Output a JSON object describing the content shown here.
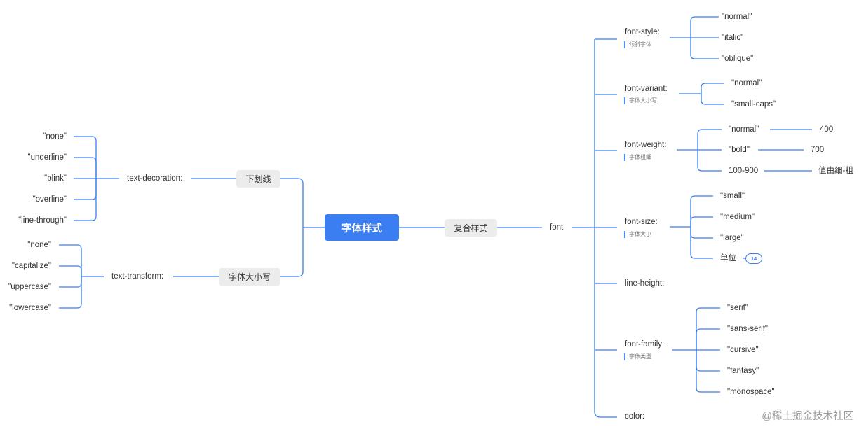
{
  "central": "字体样式",
  "left": {
    "decoration": {
      "branch": "下划线",
      "key": "text-decoration:",
      "values": [
        "\"none\"",
        "\"underline\"",
        "\"blink\"",
        "\"overline\"",
        "\"line-through\""
      ]
    },
    "transform": {
      "branch": "字体大小写",
      "key": "text-transform:",
      "values": [
        "\"none\"",
        "\"capitalize\"",
        "\"uppercase\"",
        "\"lowercase\""
      ]
    }
  },
  "right": {
    "branch": "复合样式",
    "font": "font",
    "style": {
      "key": "font-style:",
      "note": "倾斜字体",
      "values": [
        "\"normal\"",
        "\"italic\"",
        "\"oblique\""
      ]
    },
    "variant": {
      "key": "font-variant:",
      "note": "字体大小写...",
      "values": [
        "\"normal\"",
        "\"small-caps\""
      ]
    },
    "weight": {
      "key": "font-weight:",
      "note": "字体粗细",
      "values": [
        "\"normal\"",
        "\"bold\"",
        "100-900"
      ],
      "results": [
        "400",
        "700",
        "值由细-粗"
      ]
    },
    "size": {
      "key": "font-size:",
      "note": "字体大小",
      "values": [
        "\"small\"",
        "\"medium\"",
        "\"large\"",
        "单位"
      ],
      "badge": "14"
    },
    "line_height": {
      "key": "line-height:"
    },
    "family": {
      "key": "font-family:",
      "note": "字体类型",
      "values": [
        "\"serif\"",
        "\"sans-serif\"",
        "\"cursive\"",
        "\"fantasy\"",
        "\"monospace\""
      ]
    },
    "color": {
      "key": "color:"
    }
  },
  "watermark": "@稀土掘金技术社区",
  "colors": {
    "accent": "#3a7ef2",
    "line": "#3a7ef2",
    "pill": "#ececec"
  }
}
